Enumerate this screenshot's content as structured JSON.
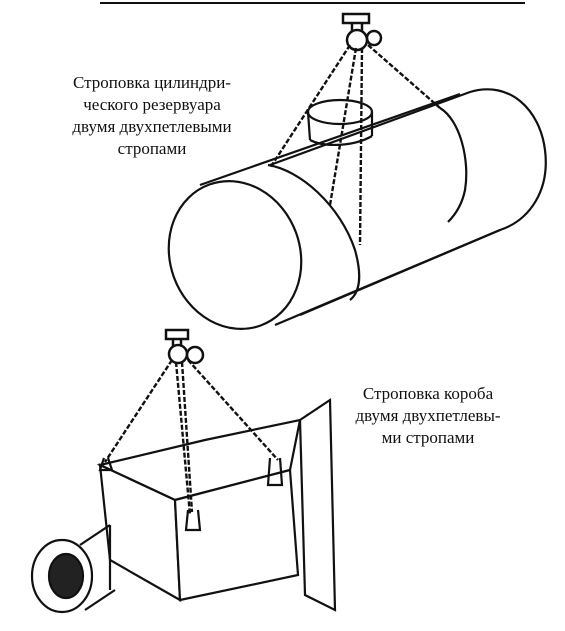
{
  "captions": {
    "tank": {
      "lines": [
        "Строповка цилиндри-",
        "ческого резервуара",
        "двумя двухпетлевыми",
        "стропами"
      ]
    },
    "box": {
      "lines": [
        "Строповка короба",
        "двумя двухпетлевы-",
        "ми стропами"
      ]
    }
  },
  "colors": {
    "ink": "#111111",
    "paper": "#ffffff"
  },
  "icons": {
    "hook": "crane-hook-icon",
    "sling": "two-loop-sling-icon"
  }
}
